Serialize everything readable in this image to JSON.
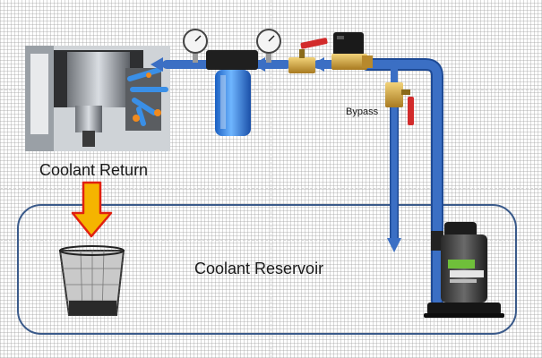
{
  "labels": {
    "coolant_return": "Coolant Return",
    "coolant_reservoir": "Coolant Reservoir",
    "bypass": "Bypass"
  },
  "colors": {
    "pipe": "#3b6fc4",
    "pipe_dark": "#1e4a95",
    "reservoir_border": "#3a5a8a",
    "arrow_fill": "#f5b400",
    "arrow_stroke": "#e02010",
    "valve_handle": "#d22b2b",
    "brass": "#c89a3a",
    "filter_blue": "#3a8fe6"
  },
  "icons": [
    "machine-spindle-icon",
    "pressure-gauge-icon",
    "water-filter-icon",
    "ball-valve-icon",
    "solenoid-valve-icon",
    "sump-pump-icon",
    "mesh-basket-icon",
    "down-arrow-icon"
  ]
}
